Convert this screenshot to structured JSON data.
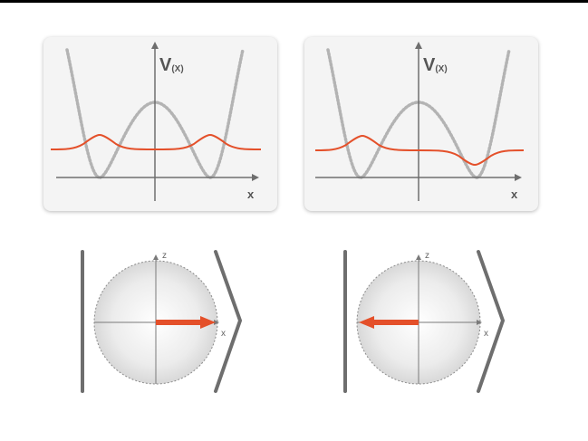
{
  "potential_panels": [
    {
      "y_label_main": "V",
      "y_label_sub": "(X)",
      "x_label": "x",
      "wavefunction": "symmetric"
    },
    {
      "y_label_main": "V",
      "y_label_sub": "(X)",
      "x_label": "x",
      "wavefunction": "antisymmetric"
    }
  ],
  "bloch_spheres": [
    {
      "z_label": "z",
      "x_label": "x",
      "arrow_direction": "+x"
    },
    {
      "z_label": "z",
      "x_label": "x",
      "arrow_direction": "-x"
    }
  ],
  "colors": {
    "wavefunction": "#e4502a",
    "arrow": "#e4502a",
    "potential": "#b3b3b3",
    "axes": "#6e6e6e",
    "bracket": "#6e6e6e"
  }
}
